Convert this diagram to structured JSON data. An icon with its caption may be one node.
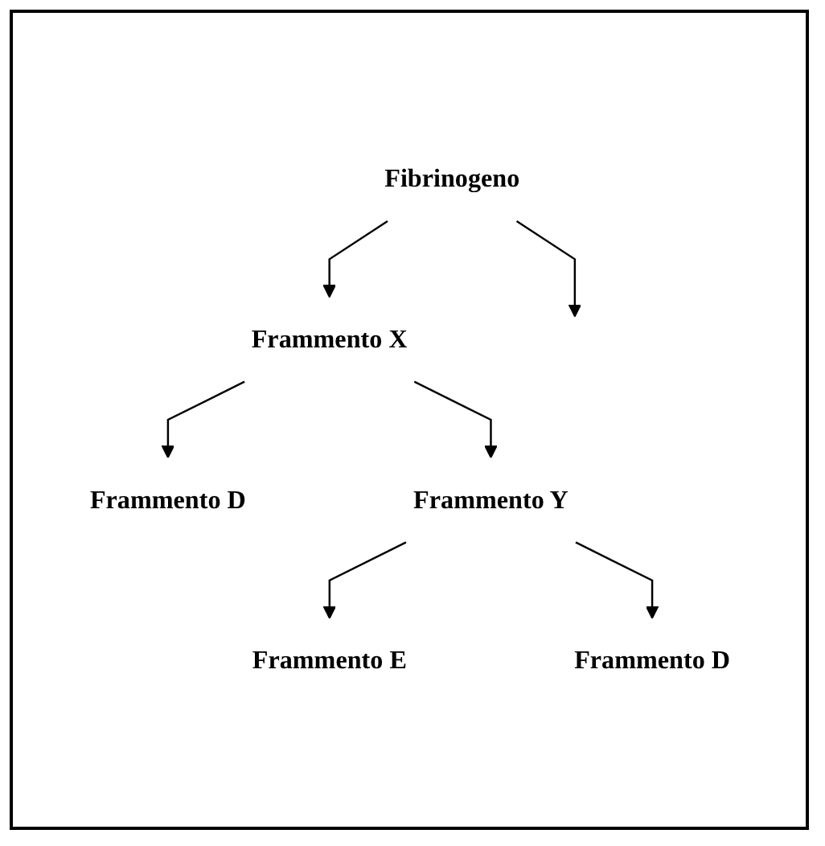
{
  "diagram": {
    "nodes": [
      {
        "text": [
          "Fibrinogeno"
        ]
      },
      {
        "text": [
          "Frammento X"
        ]
      },
      {
        "text": [
          "Frammento D"
        ]
      },
      {
        "text": [
          "Frammento Y"
        ]
      },
      {
        "text": [
          "Frammento D"
        ]
      },
      {
        "text": [
          "Frammento E"
        ]
      }
    ],
    "edges": [
      {
        "from": 0,
        "to": 1,
        "arrow": "to"
      },
      {
        "from": 0,
        "to": null,
        "arrow": "to"
      },
      {
        "from": 1,
        "to": 3,
        "arrow": "to"
      },
      {
        "from": 1,
        "to": 2,
        "arrow": "to"
      },
      {
        "from": 3,
        "to": 5,
        "arrow": "to"
      },
      {
        "from": 3,
        "to": 4,
        "arrow": "to"
      }
    ]
  }
}
